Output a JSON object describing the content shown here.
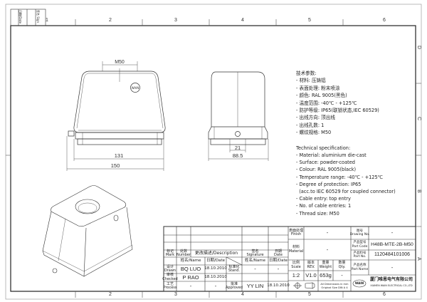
{
  "frame": {
    "column_markers": [
      "1",
      "2",
      "3",
      "4",
      "5",
      "6"
    ],
    "row_markers": [
      "D",
      "C",
      "B",
      "A"
    ],
    "corner_labels": [
      "日期/Date",
      "签名 Sign"
    ]
  },
  "views": {
    "front": {
      "thread_label": "M50",
      "dim_inner": "131",
      "dim_outer": "150",
      "logo": "WAIN"
    },
    "side": {
      "dim_small": "21",
      "dim_width": "88.5"
    }
  },
  "spec_cn": {
    "title": "技术参数:",
    "lines": [
      "- 材料: 压铸铝",
      "- 表面处理: 粉末喷涂",
      "- 颜色: RAL 9005(黑色)",
      "- 温度范围: -40℃ - +125℃",
      "- 防护等级: IP65(联锁状态,IEC 60529)",
      "- 出线方向: 顶出线",
      "- 出线孔数: 1",
      "- 螺纹规格: M50"
    ]
  },
  "spec_en": {
    "title": "Technical specification:",
    "lines": [
      "- Material: aluminium die-cast",
      "- Surface: powder-coated",
      "- Colour: RAL 9005(black)",
      "- Temperature range: -40℃ - +125℃",
      "- Degree of protection: IP65",
      "  (acc.to IEC 60529 for coupled connector)",
      "- Cable entry: top entry",
      "- No. of cable entries: 1",
      "- Thread size: M50"
    ]
  },
  "title_block": {
    "mark": "标记\nMark",
    "number": "处数\nNumber",
    "description": "更改描述/Description",
    "signature": "签名\nSignature",
    "date": "日期\nDate",
    "name_hdr": "姓名/Name",
    "date_hdr": "日期/Date",
    "drawn": "设计\nDrawn",
    "checked": "审核\nChecked",
    "process": "工艺\nProcess",
    "stand": "标准化\nStand.",
    "approved": "批准\nApproved",
    "drawn_name": "BQ LUO",
    "drawn_date": "18.10.2010",
    "checked_name": "P RAO",
    "checked_date": "18.10.2010",
    "process_name": "-",
    "process_date": "-",
    "stand_name": "-",
    "stand_date": "-",
    "approved_name": "YY LIN",
    "approved_date": "18.10.2010",
    "finish_label": "表面处理\nFinish",
    "finish_value": "-",
    "material_label": "材料\nMaterial",
    "material_value": "-",
    "scale_label": "比例\nScale",
    "rev_label": "版本\nREV.",
    "weight_label": "重量\nWeight",
    "qty_label": "数量\nQty.",
    "scale_value": "1:2",
    "rev_value": "V1.0",
    "weight_value": "653g",
    "qty_value": "-",
    "dimensions_note": "All Dimensions in mm\nOriginal Size DIN A 4",
    "drawing_no_label": "图号\nDrawing No.",
    "drawing_no_value": "-",
    "part_code_label": "产品型号\nPart Code",
    "part_code_value": "H48B-MTE-2B-M50",
    "part_no_label": "产品料号\nPart No.",
    "part_no_value": "1120484101006",
    "part_name_label": "产品名称\nPart Name",
    "part_name_value": "-",
    "company_cn": "厦门唯恩电气有限公司",
    "company_en": "XIAMEN WAIN ELECTRICAL CO.,LTD",
    "logo": "WAIN"
  }
}
